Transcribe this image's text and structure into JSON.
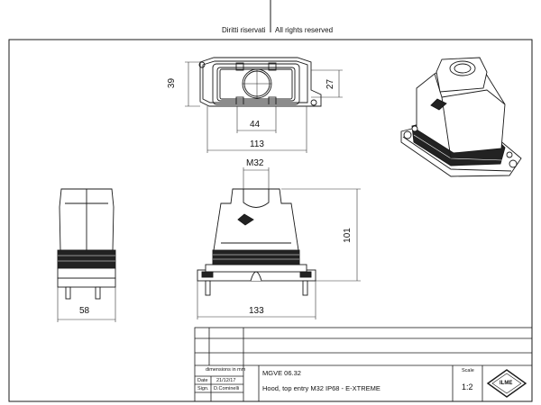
{
  "header": {
    "rights_it": "Diritti riservati",
    "rights_en": "All rights reserved"
  },
  "dimensions": {
    "top_height": "39",
    "top_inner_height": "27",
    "top_inner_width": "44",
    "top_width": "113",
    "thread": "M32",
    "front_height": "101",
    "front_width": "133",
    "side_width": "58"
  },
  "title_block": {
    "dims_note": "dimensions in mm",
    "date_label": "Date",
    "date_value": "21/12/17",
    "sign_label": "Sign.",
    "sign_value": "D.Cominelli",
    "code": "MGVE 06.32",
    "description": "Hood, top entry M32 IP68 - E-XTREME",
    "scale_label": "Scale",
    "scale_value": "1:2",
    "logo_text": "ILME"
  },
  "colors": {
    "line": "#1a1a1a",
    "body_fill": "#ffffff",
    "thin": "#333333"
  }
}
